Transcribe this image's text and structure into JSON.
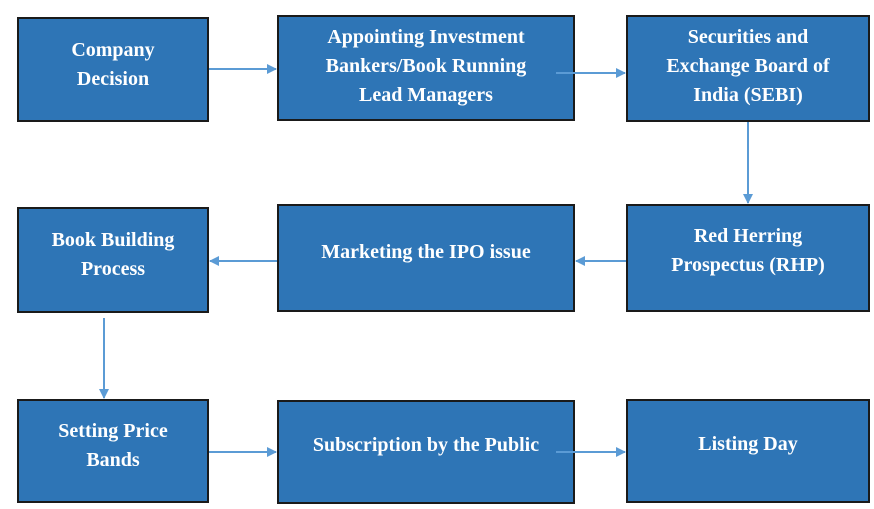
{
  "steps": [
    {
      "id": "company-decision",
      "lines": [
        "Company",
        "Decision"
      ]
    },
    {
      "id": "appointing-bankers",
      "lines": [
        "Appointing Investment",
        "Bankers/Book Running",
        "Lead Managers"
      ]
    },
    {
      "id": "sebi",
      "lines": [
        "Securities and",
        "Exchange Board of",
        "India (SEBI)"
      ]
    },
    {
      "id": "book-building",
      "lines": [
        "Book Building",
        "Process"
      ]
    },
    {
      "id": "marketing",
      "lines": [
        "Marketing the IPO issue"
      ]
    },
    {
      "id": "rhp",
      "lines": [
        "Red Herring",
        "Prospectus (RHP)"
      ]
    },
    {
      "id": "price-bands",
      "lines": [
        "Setting Price",
        "Bands"
      ]
    },
    {
      "id": "subscription",
      "lines": [
        "Subscription by the Public"
      ]
    },
    {
      "id": "listing-day",
      "lines": [
        "Listing Day"
      ]
    }
  ],
  "colors": {
    "box_fill": "#2e75b6",
    "box_border": "#1a1a1a",
    "text": "#ffffff",
    "arrow": "#5b9bd5"
  }
}
